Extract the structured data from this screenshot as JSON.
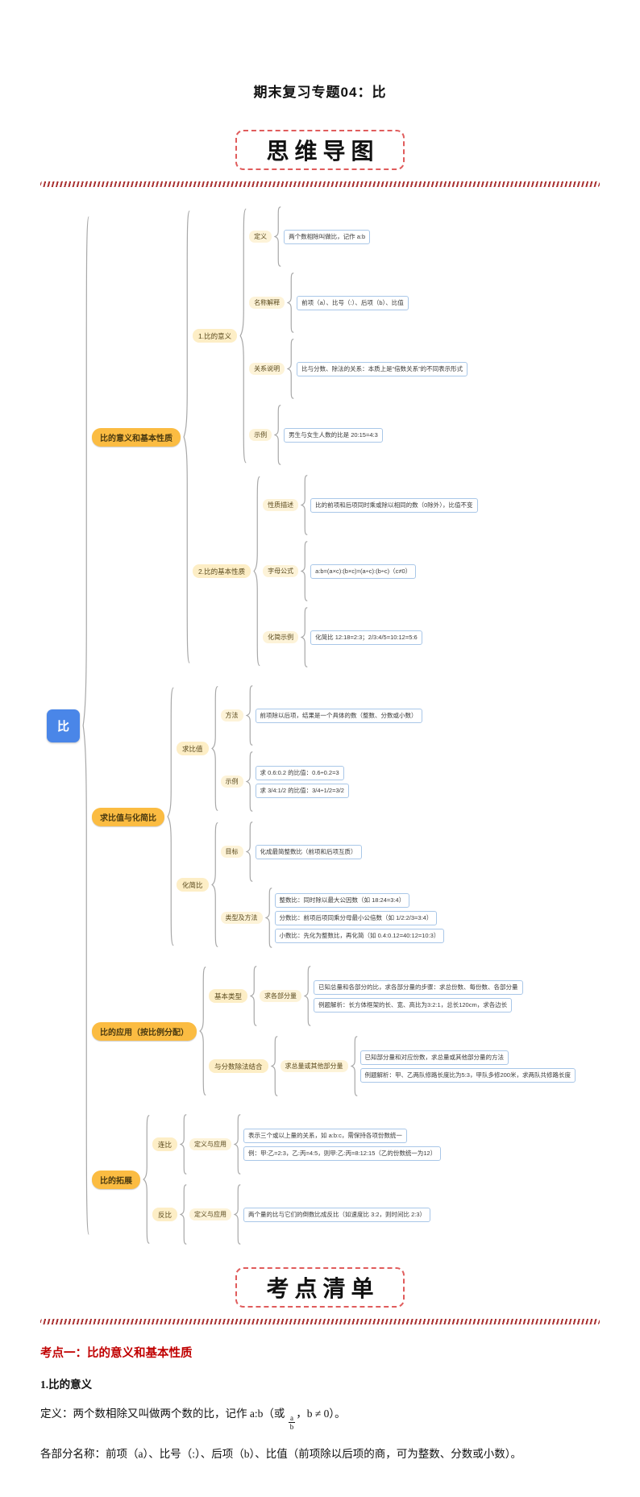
{
  "theme": {
    "root_node_color": "#4a86e8",
    "branch_node_color": "#fbbc42",
    "accent_red": "#c00000",
    "box_border_red": "#e05c5c"
  },
  "page": {
    "title": "期末复习专题04：比"
  },
  "sections": {
    "mindmap_header": "思维导图",
    "keypoints_header": "考点清单"
  },
  "mindmap": {
    "root": {
      "label": "比",
      "type": "root",
      "children": [
        {
          "label": "比的意义和基本性质",
          "type": "branch",
          "children": [
            {
              "label": "1.比的意义",
              "type": "mid",
              "children": [
                {
                  "label": "定义",
                  "type": "tag",
                  "children": [
                    {
                      "label": "两个数相除叫做比，记作 a:b",
                      "type": "leaf"
                    }
                  ]
                },
                {
                  "label": "名称解释",
                  "type": "tag",
                  "children": [
                    {
                      "label": "前项（a）、比号（:）、后项（b）、比值",
                      "type": "leaf"
                    }
                  ]
                },
                {
                  "label": "关系说明",
                  "type": "tag",
                  "children": [
                    {
                      "label": "比与分数、除法的关系：本质上是“倍数关系”的不同表示形式",
                      "type": "leaf"
                    }
                  ]
                },
                {
                  "label": "示例",
                  "type": "tag",
                  "children": [
                    {
                      "label": "男生与女生人数的比是 20:15=4:3",
                      "type": "leaf"
                    }
                  ]
                }
              ]
            },
            {
              "label": "2.比的基本性质",
              "type": "mid",
              "children": [
                {
                  "label": "性质描述",
                  "type": "tag",
                  "children": [
                    {
                      "label": "比的前项和后项同时乘或除以相同的数（0除外），比值不变",
                      "type": "leaf"
                    }
                  ]
                },
                {
                  "label": "字母公式",
                  "type": "tag",
                  "children": [
                    {
                      "label": "a:b=(a×c):(b×c)=(a÷c):(b÷c)（c≠0）",
                      "type": "leaf"
                    }
                  ]
                },
                {
                  "label": "化简示例",
                  "type": "tag",
                  "children": [
                    {
                      "label": "化简比 12:18=2:3；2/3:4/5=10:12=5:6",
                      "type": "leaf"
                    }
                  ]
                }
              ]
            }
          ]
        },
        {
          "label": "求比值与化简比",
          "type": "branch",
          "children": [
            {
              "label": "求比值",
              "type": "mid",
              "children": [
                {
                  "label": "方法",
                  "type": "tag",
                  "children": [
                    {
                      "label": "前项除以后项，结果是一个具体的数（整数、分数或小数）",
                      "type": "leaf"
                    }
                  ]
                },
                {
                  "label": "示例",
                  "type": "tag",
                  "children": [
                    {
                      "label": "求 0.6:0.2 的比值：0.6÷0.2=3",
                      "type": "leaf"
                    },
                    {
                      "label": "求 3/4:1/2 的比值：3/4÷1/2=3/2",
                      "type": "leaf"
                    }
                  ]
                }
              ]
            },
            {
              "label": "化简比",
              "type": "mid",
              "children": [
                {
                  "label": "目标",
                  "type": "tag",
                  "children": [
                    {
                      "label": "化成最简整数比（前项和后项互质）",
                      "type": "leaf"
                    }
                  ]
                },
                {
                  "label": "类型及方法",
                  "type": "tag",
                  "children": [
                    {
                      "label": "整数比：同时除以最大公因数（如 18:24=3:4）",
                      "type": "leaf"
                    },
                    {
                      "label": "分数比：前项后项同乘分母最小公倍数（如 1/2:2/3=3:4）",
                      "type": "leaf"
                    },
                    {
                      "label": "小数比：先化为整数比，再化简（如 0.4:0.12=40:12=10:3）",
                      "type": "leaf"
                    }
                  ]
                }
              ]
            }
          ]
        },
        {
          "label": "比的应用（按比例分配）",
          "type": "branch",
          "children": [
            {
              "label": "基本类型",
              "type": "mid",
              "children": [
                {
                  "label": "求各部分量",
                  "type": "tag",
                  "children": [
                    {
                      "label": "已知总量和各部分的比，求各部分量的步骤：求总份数、每份数、各部分量",
                      "type": "leaf"
                    },
                    {
                      "label": "例题解析：长方体框架的长、宽、高比为3:2:1，总长120cm，求各边长",
                      "type": "leaf"
                    }
                  ]
                }
              ]
            },
            {
              "label": "与分数除法结合",
              "type": "mid",
              "children": [
                {
                  "label": "求总量或其他部分量",
                  "type": "tag",
                  "children": [
                    {
                      "label": "已知部分量和对应份数，求总量或其他部分量的方法",
                      "type": "leaf"
                    },
                    {
                      "label": "例题解析：甲、乙两队修路长度比为5:3，甲队多修200米，求两队共修路长度",
                      "type": "leaf"
                    }
                  ]
                }
              ]
            }
          ]
        },
        {
          "label": "比的拓展",
          "type": "branch",
          "children": [
            {
              "label": "连比",
              "type": "mid",
              "children": [
                {
                  "label": "定义与应用",
                  "type": "tag",
                  "children": [
                    {
                      "label": "表示三个或以上量的关系，如 a:b:c，需保持各项份数统一",
                      "type": "leaf"
                    },
                    {
                      "label": "例：甲:乙=2:3，乙:丙=4:5，则甲:乙:丙=8:12:15（乙的份数统一为12）",
                      "type": "leaf"
                    }
                  ]
                }
              ]
            },
            {
              "label": "反比",
              "type": "mid",
              "children": [
                {
                  "label": "定义与应用",
                  "type": "tag",
                  "children": [
                    {
                      "label": "两个量的比与它们的倒数比成反比（如速度比 3:2，则时间比 2:3）",
                      "type": "leaf"
                    }
                  ]
                }
              ]
            }
          ]
        }
      ]
    }
  },
  "keypoints": {
    "heading1": "考点一：比的意义和基本性质",
    "sub1": "1.比的意义",
    "def_prefix": "定义：两个数相除又叫做两个数的比，记作 a:b（或 ",
    "frac_num": "a",
    "frac_den": "b",
    "def_suffix": "，b ≠ 0）。",
    "names": "各部分名称：前项（a）、比号（:）、后项（b）、比值（前项除以后项的商，可为整数、分数或小数）。"
  }
}
